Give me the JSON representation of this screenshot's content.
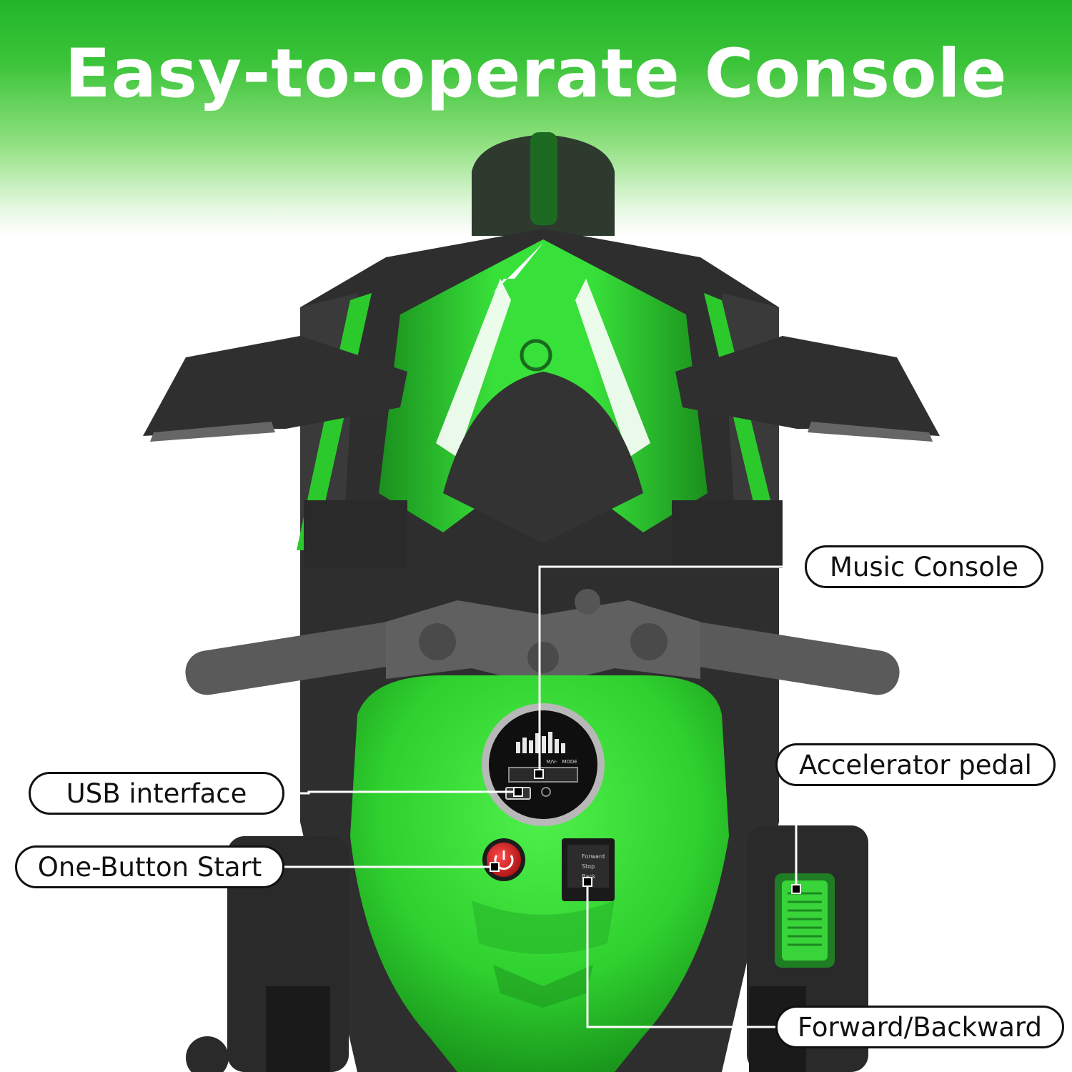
{
  "header": {
    "title": "Easy-to-operate Console"
  },
  "callouts": {
    "music_console": "Music Console",
    "accelerator_pedal": "Accelerator pedal",
    "usb_interface": "USB interface",
    "one_button_start": "One-Button Start",
    "forward_backward": "Forward/Backward"
  },
  "switch_labels": {
    "forward": "Forward",
    "stop": "Stop",
    "back": "Back"
  },
  "display_labels": {
    "mode": "MODE",
    "volume": "M/V-"
  },
  "colors": {
    "header_green": "#22b62a",
    "body_green": "#2dd232",
    "dark_grey": "#2b2b2b",
    "start_button_red": "#d61a1a"
  }
}
